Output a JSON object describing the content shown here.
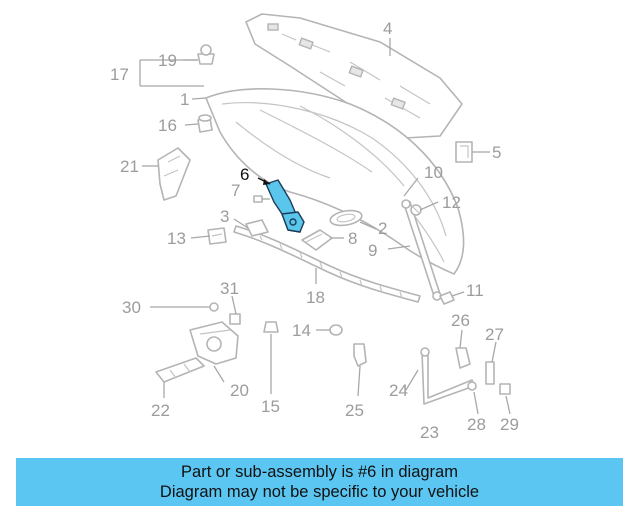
{
  "diagram": {
    "callouts": {
      "c1": "1",
      "c2": "2",
      "c3": "3",
      "c4": "4",
      "c5": "5",
      "c6": "6",
      "c7": "7",
      "c8": "8",
      "c9": "9",
      "c10": "10",
      "c11": "11",
      "c12": "12",
      "c13": "13",
      "c14": "14",
      "c15": "15",
      "c16": "16",
      "c17": "17",
      "c18": "18",
      "c19": "19",
      "c20": "20",
      "c21": "21",
      "c22": "22",
      "c23": "23",
      "c24": "24",
      "c25": "25",
      "c26": "26",
      "c27": "27",
      "c28": "28",
      "c29": "29",
      "c30": "30",
      "c31": "31"
    },
    "highlighted_part": "6",
    "colors": {
      "highlight_fill": "#5bc6ec",
      "highlight_stroke": "#1b3c59",
      "line_gray": "#b4b4b4",
      "label_gray": "#9c9c9c",
      "banner": "#5bc6f2"
    }
  },
  "banner": {
    "line1": "Part or sub-assembly is #6 in diagram",
    "line2": "Diagram may not be specific to your vehicle"
  }
}
